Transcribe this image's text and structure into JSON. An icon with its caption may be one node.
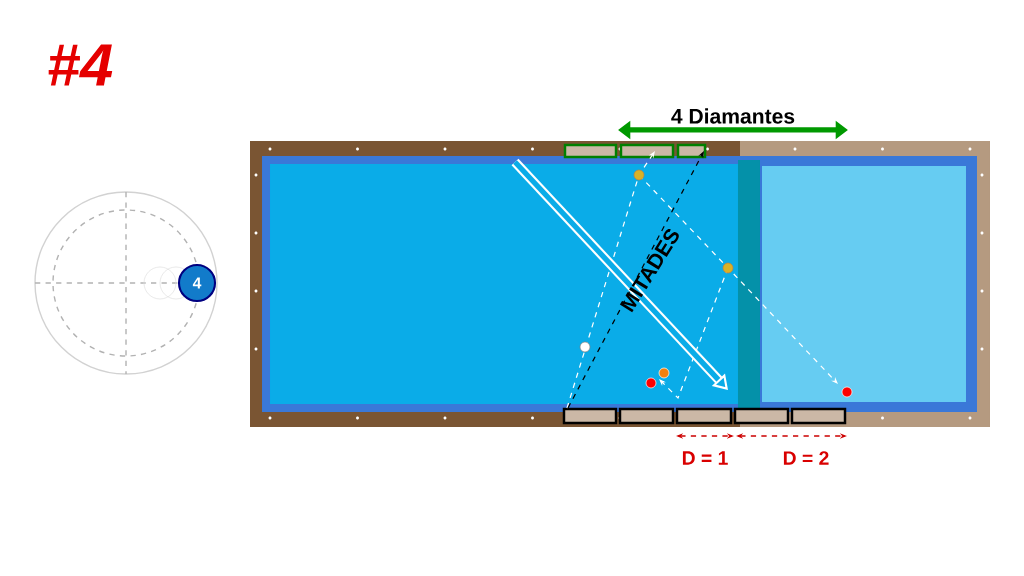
{
  "diagram": {
    "title": "#4",
    "nodes": [
      {
        "text": [
          "4"
        ]
      }
    ],
    "labels": [
      "4 Diamantes",
      "MITADES",
      "D = 1",
      "D = 2"
    ]
  }
}
